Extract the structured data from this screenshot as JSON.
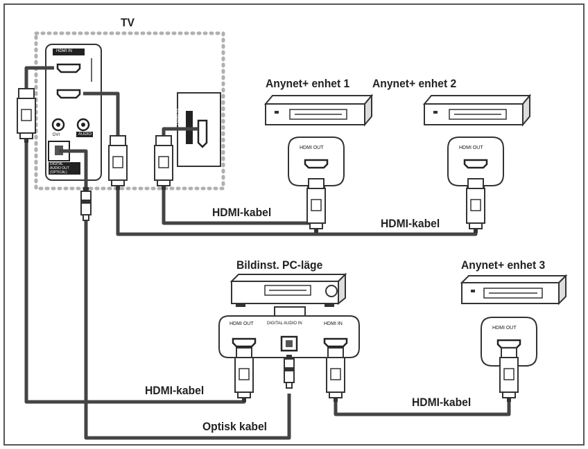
{
  "tv": {
    "title": "TV",
    "panel": {
      "hdmi_in": "HDMI IN",
      "dvi": "DVI",
      "audio": "AUDIO",
      "optical_line1": "DIGITAL",
      "optical_line2": "AUDIO OUT",
      "optical_line3": "(OPTICAL)"
    },
    "side_port": "HDMI IN"
  },
  "devices": {
    "anynet1": {
      "label": "Anynet+ enhet 1",
      "port": "HDMI OUT"
    },
    "anynet2": {
      "label": "Anynet+ enhet 2",
      "port": "HDMI OUT"
    },
    "receiver": {
      "label": "Bildinst. PC-läge",
      "port_out": "HDMI OUT",
      "port_optical": "DIGITAL AUDIO IN",
      "port_in": "HDMI IN"
    },
    "anynet3": {
      "label": "Anynet+ enhet 3",
      "port": "HDMI OUT"
    }
  },
  "cables": {
    "c1": "HDMI-kabel",
    "c2": "HDMI-kabel",
    "c3": "HDMI-kabel",
    "c4": "HDMI-kabel",
    "optical": "Optisk kabel"
  },
  "colors": {
    "border": "#555555",
    "cable": "#444444",
    "dots": "#b0b0b0",
    "ink": "#222222"
  }
}
